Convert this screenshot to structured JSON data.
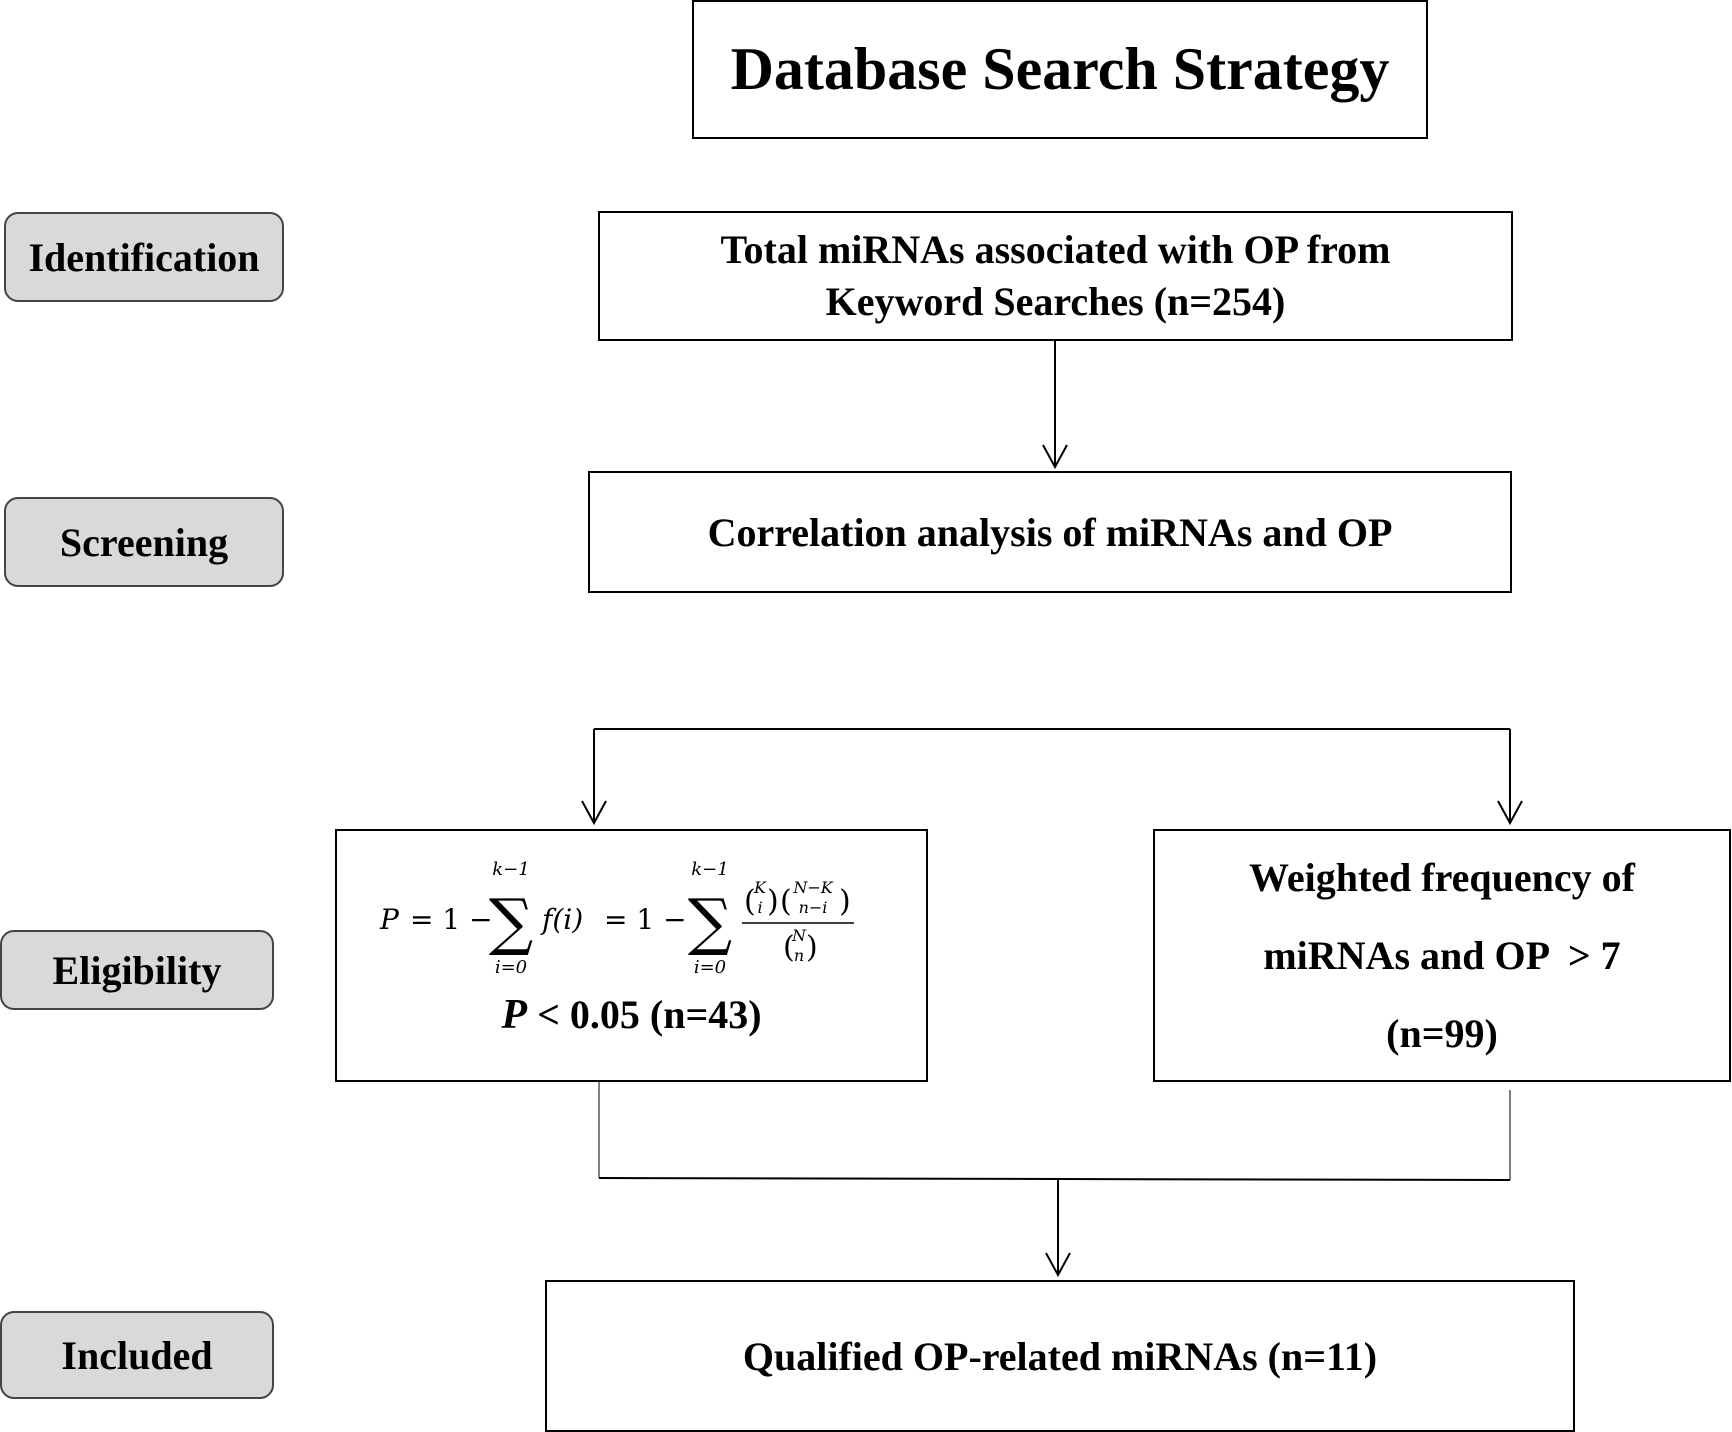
{
  "title": "Database Search Strategy",
  "stages": {
    "identification": "Identification",
    "screening": "Screening",
    "eligibility": "Eligibility",
    "included": "Included"
  },
  "boxes": {
    "total_line1": "Total miRNAs associated with OP from",
    "total_line2": "Keyword Searches (n=254)",
    "correlation": "Correlation analysis of miRNAs and OP",
    "pvalue": {
      "formula_P": "P",
      "formula_eq": "= 1 −",
      "sum_upper": "k−1",
      "sum_lower": "i=0",
      "fi": "f(i)",
      "eq2": "= 1 −",
      "binom_K": "K",
      "binom_i": "i",
      "binom_NK": "N−K",
      "binom_ni": "n−i",
      "binom_N": "N",
      "binom_n": "n",
      "threshold_var": "P",
      "threshold_rest": " < 0.05 (n=43)"
    },
    "weighted_line1": "Weighted frequency of",
    "weighted_line2": "miRNAs and OP  > 7",
    "weighted_line3": "(n=99)",
    "final": "Qualified OP-related miRNAs (n=11)"
  }
}
